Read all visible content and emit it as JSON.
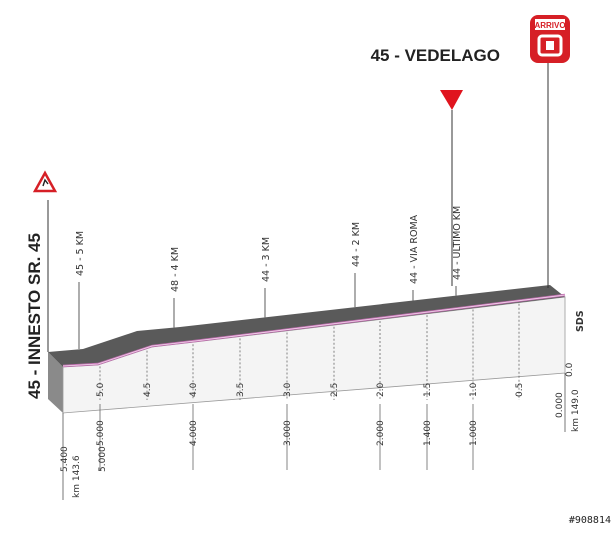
{
  "start": {
    "name": "45 - INNESTO SR. 45",
    "km_total": "km 143.6",
    "km_remaining": "5.400",
    "km_at": "5.000"
  },
  "finish": {
    "name": "45 - VEDELAGO",
    "badge": "ARRIVO",
    "km_total": "km 149.0",
    "km_remaining": "0.000",
    "km_at": "0.0"
  },
  "road_signs": [
    "45 - 5 KM",
    "48 - 4 KM",
    "44 - 3 KM",
    "44 - 2 KM",
    "44 - VIA ROMA",
    "44 - ULTIMO KM"
  ],
  "ticks": [
    {
      "top": "5.0",
      "bottom": "5.000"
    },
    {
      "top": "4.5",
      "bottom": ""
    },
    {
      "top": "4.0",
      "bottom": "4.000"
    },
    {
      "top": "3.5",
      "bottom": ""
    },
    {
      "top": "3.0",
      "bottom": "3.000"
    },
    {
      "top": "2.5",
      "bottom": ""
    },
    {
      "top": "2.0",
      "bottom": "2.000"
    },
    {
      "top": "1.5",
      "bottom": "1.400"
    },
    {
      "top": "1.0",
      "bottom": "1.000"
    },
    {
      "top": "0.5",
      "bottom": ""
    }
  ],
  "sds_label": "SDS",
  "watermark": "#908814",
  "colors": {
    "route": "#c070b0",
    "triangle": "#e0141e",
    "badge": "#d61f26",
    "side": "#8a8a8a",
    "top_face": "#5a5a5a",
    "front": "#f4f4f4"
  }
}
